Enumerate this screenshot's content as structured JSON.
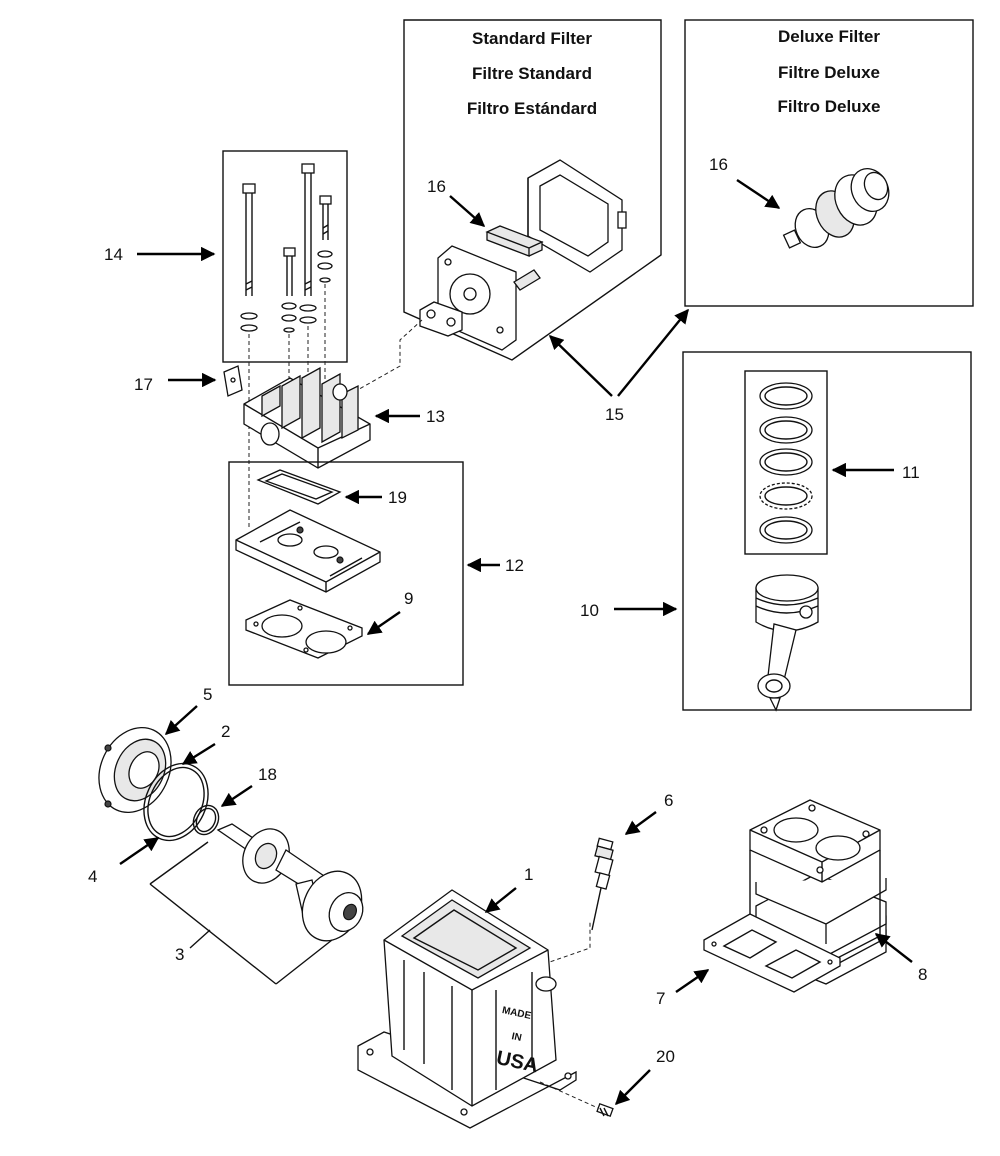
{
  "callouts": {
    "n1": "1",
    "n2": "2",
    "n3": "3",
    "n4": "4",
    "n5": "5",
    "n6": "6",
    "n7": "7",
    "n8": "8",
    "n9": "9",
    "n10": "10",
    "n11": "11",
    "n12": "12",
    "n13": "13",
    "n14": "14",
    "n15": "15",
    "n16a": "16",
    "n16b": "16",
    "n17": "17",
    "n18": "18",
    "n19": "19",
    "n20": "20"
  },
  "standard_filter": {
    "line1": "Standard Filter",
    "line2": "Filtre Standard",
    "line3": "Filtro Estándard"
  },
  "deluxe_filter": {
    "line1": "Deluxe Filter",
    "line2": "Filtre Deluxe",
    "line3": "Filtro Deluxe"
  },
  "stamp": {
    "made": "MADE",
    "in": "IN",
    "usa": "USA"
  }
}
